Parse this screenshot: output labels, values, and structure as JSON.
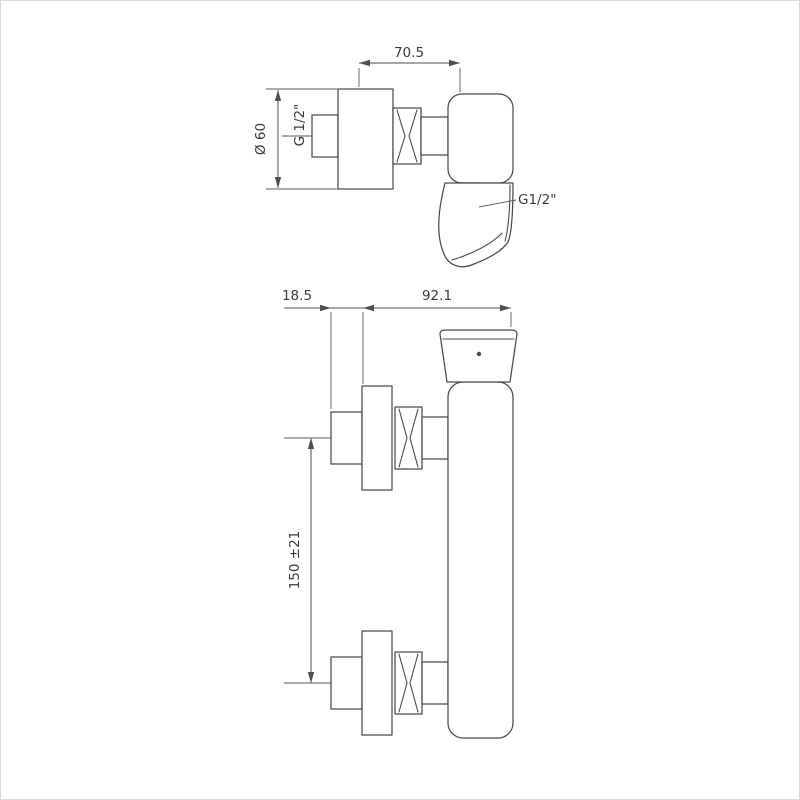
{
  "drawing": {
    "colors": {
      "background": "#ffffff",
      "line": "#4a4a4a",
      "dimension": "#4f4f4f",
      "text": "#3a3a3a"
    },
    "side_view": {
      "dim_depth": "70.5",
      "dim_diameter": "Ø 60",
      "label_wall_thread": "G 1/2\"",
      "label_outlet_thread": "G1/2\""
    },
    "front_view": {
      "dim_offset": "18.5",
      "dim_width": "92.1",
      "dim_height": "150 ±21"
    }
  }
}
